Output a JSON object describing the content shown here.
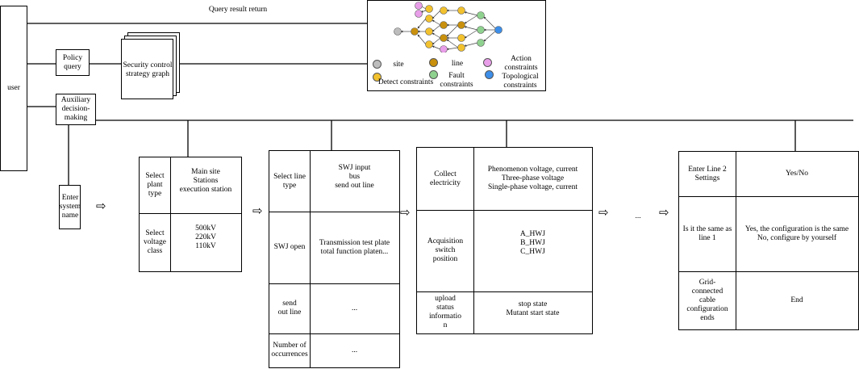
{
  "flow": {
    "query_return_label": "Query result return",
    "user_label": "user",
    "policy_query_label": "Policy\nquery",
    "strategy_graph_label": "Security control\nstrategy graph",
    "auxiliary_label": "Auxiliary\ndecision-\nmaking",
    "enter_system_label": "Enter\nsystem\nname",
    "ellipsis": "..."
  },
  "legend": {
    "site": "site",
    "line": "line",
    "action": "Action\nconstraints",
    "detect": "Detect constraints",
    "fault": "Fault\nconstraints",
    "topological": "Topological\nconstraints"
  },
  "colors": {
    "site": "#bdbdbd",
    "line": "#c8900c",
    "action": "#e89ee8",
    "detect": "#f2c12e",
    "fault": "#8fd18f",
    "topological": "#3d8ee8"
  },
  "table1": {
    "rows": [
      {
        "left": "Select\nplant\ntype",
        "right": "Main site\nStations\nexecution station"
      },
      {
        "left": "Select\nvoltage\nclass",
        "right": "500kV\n220kV\n110kV"
      }
    ]
  },
  "table2": {
    "rows": [
      {
        "left": "Select line\ntype",
        "right": "SWJ input\nbus\nsend out line"
      },
      {
        "left": "SWJ open",
        "right": "Transmission test plate\ntotal function platen..."
      },
      {
        "left": "send\nout line",
        "right": "..."
      },
      {
        "left": "Number of\noccurrences",
        "right": "..."
      }
    ]
  },
  "table3": {
    "rows": [
      {
        "left": "Collect\nelectricity",
        "right": "Phenomenon voltage, current\nThree-phase voltage\nSingle-phase voltage, current"
      },
      {
        "left": "Acquisition\nswitch\nposition",
        "right": "A_HWJ\nB_HWJ\nC_HWJ"
      },
      {
        "left": "upload\nstatus\ninformatio\nn",
        "right": "stop state\nMutant start state"
      }
    ]
  },
  "table4": {
    "rows": [
      {
        "left": "Enter Line 2\nSettings",
        "right": "Yes/No"
      },
      {
        "left": "Is it the same as\nline 1",
        "right": "Yes, the configuration is the same\nNo, configure by yourself"
      },
      {
        "left": "Grid-\nconnected\ncable\nconfiguration\nends",
        "right": "End"
      }
    ]
  }
}
